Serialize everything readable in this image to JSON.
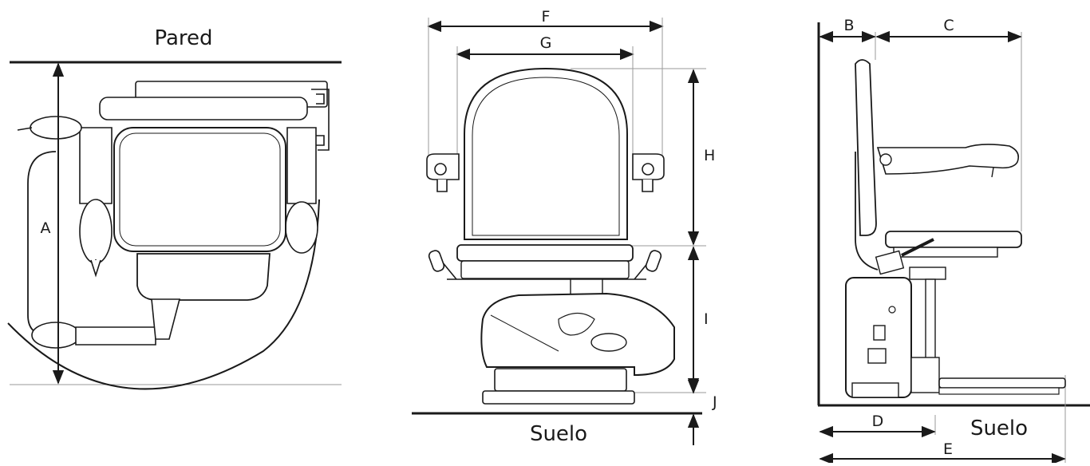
{
  "labels": {
    "wall": "Pared",
    "floor": "Suelo",
    "floor_side": "Suelo"
  },
  "dimensions": {
    "A": "A",
    "B": "B",
    "C": "C",
    "D": "D",
    "E": "E",
    "F": "F",
    "G": "G",
    "H": "H",
    "I": "I",
    "J": "J"
  },
  "colors": {
    "line": "#1a1a1a",
    "ref_line": "#9a9a9a",
    "fill": "#ffffff"
  }
}
